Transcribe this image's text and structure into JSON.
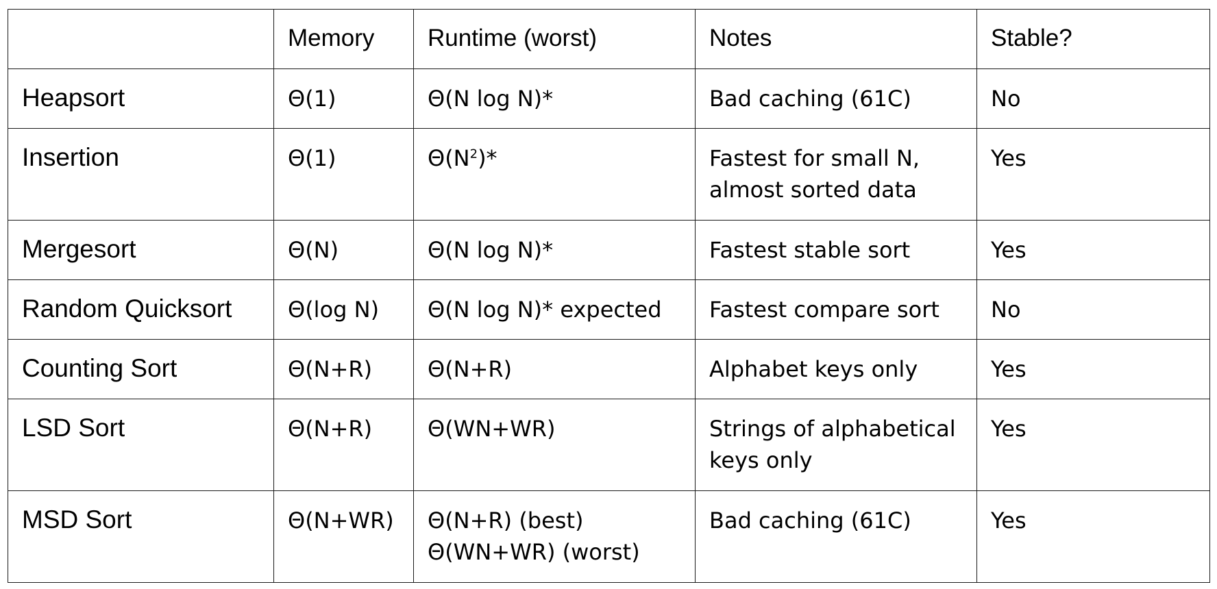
{
  "table": {
    "headers": [
      "",
      "Memory",
      "Runtime (worst)",
      "Notes",
      "Stable?"
    ],
    "rows": [
      {
        "name": "Heapsort",
        "memory": "Θ(1)",
        "runtime": "Θ(N log N)*",
        "notes": "Bad caching (61C)",
        "stable": "No"
      },
      {
        "name": "Insertion",
        "memory": "Θ(1)",
        "runtime_prefix": "Θ(N",
        "runtime_sup": "2",
        "runtime_suffix": ")*",
        "notes": "Fastest for small N,\nalmost sorted data",
        "stable": "Yes"
      },
      {
        "name": "Mergesort",
        "memory": "Θ(N)",
        "runtime": "Θ(N log N)*",
        "notes": "Fastest stable sort",
        "stable": "Yes"
      },
      {
        "name": "Random Quicksort",
        "memory": "Θ(log N)",
        "runtime": "Θ(N log N)* expected",
        "notes": "Fastest compare sort",
        "stable": "No"
      },
      {
        "name": "Counting Sort",
        "memory": "Θ(N+R)",
        "runtime": "Θ(N+R)",
        "notes": "Alphabet keys only",
        "stable": "Yes"
      },
      {
        "name": "LSD Sort",
        "memory": "Θ(N+R)",
        "runtime": "Θ(WN+WR)",
        "notes": "Strings of alphabetical\nkeys only",
        "stable": "Yes"
      },
      {
        "name": "MSD Sort",
        "memory": "Θ(N+WR)",
        "runtime": "Θ(N+R) (best)\nΘ(WN+WR) (worst)",
        "notes": "Bad caching (61C)",
        "stable": "Yes"
      }
    ]
  }
}
